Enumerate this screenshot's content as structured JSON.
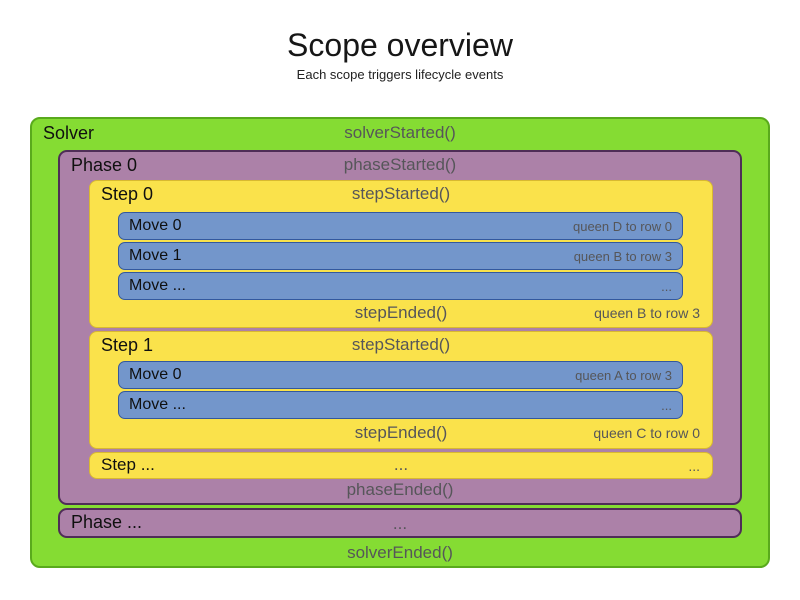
{
  "title": "Scope overview",
  "subtitle": "Each scope triggers lifecycle events",
  "colors": {
    "solver_fill": "#85DC33",
    "solver_border": "#59AA1C",
    "phase_fill": "#AC81A8",
    "phase_border": "#4F2D57",
    "step_fill": "#FAE24B",
    "step_border": "#D8B930",
    "move_fill": "#7396CB",
    "move_border": "#33589E",
    "lifecycle_text": "#565659"
  },
  "solver": {
    "label": "Solver",
    "started": "solverStarted()",
    "ended": "solverEnded()",
    "phase0": {
      "label": "Phase 0",
      "started": "phaseStarted()",
      "ended": "phaseEnded()",
      "step0": {
        "label": "Step 0",
        "started": "stepStarted()",
        "ended": "stepEnded()",
        "ended_annotation": "queen B to row 3",
        "moves": [
          {
            "label": "Move 0",
            "annotation": "queen D to row 0"
          },
          {
            "label": "Move 1",
            "annotation": "queen B to row 3"
          },
          {
            "label": "Move ...",
            "annotation": "..."
          }
        ]
      },
      "step1": {
        "label": "Step 1",
        "started": "stepStarted()",
        "ended": "stepEnded()",
        "ended_annotation": "queen C to row 0",
        "moves": [
          {
            "label": "Move 0",
            "annotation": "queen A to row 3"
          },
          {
            "label": "Move ...",
            "annotation": "..."
          }
        ]
      },
      "step_more": {
        "label": "Step ...",
        "center": "...",
        "right": "..."
      }
    },
    "phase_more": {
      "label": "Phase ...",
      "center": "..."
    }
  }
}
